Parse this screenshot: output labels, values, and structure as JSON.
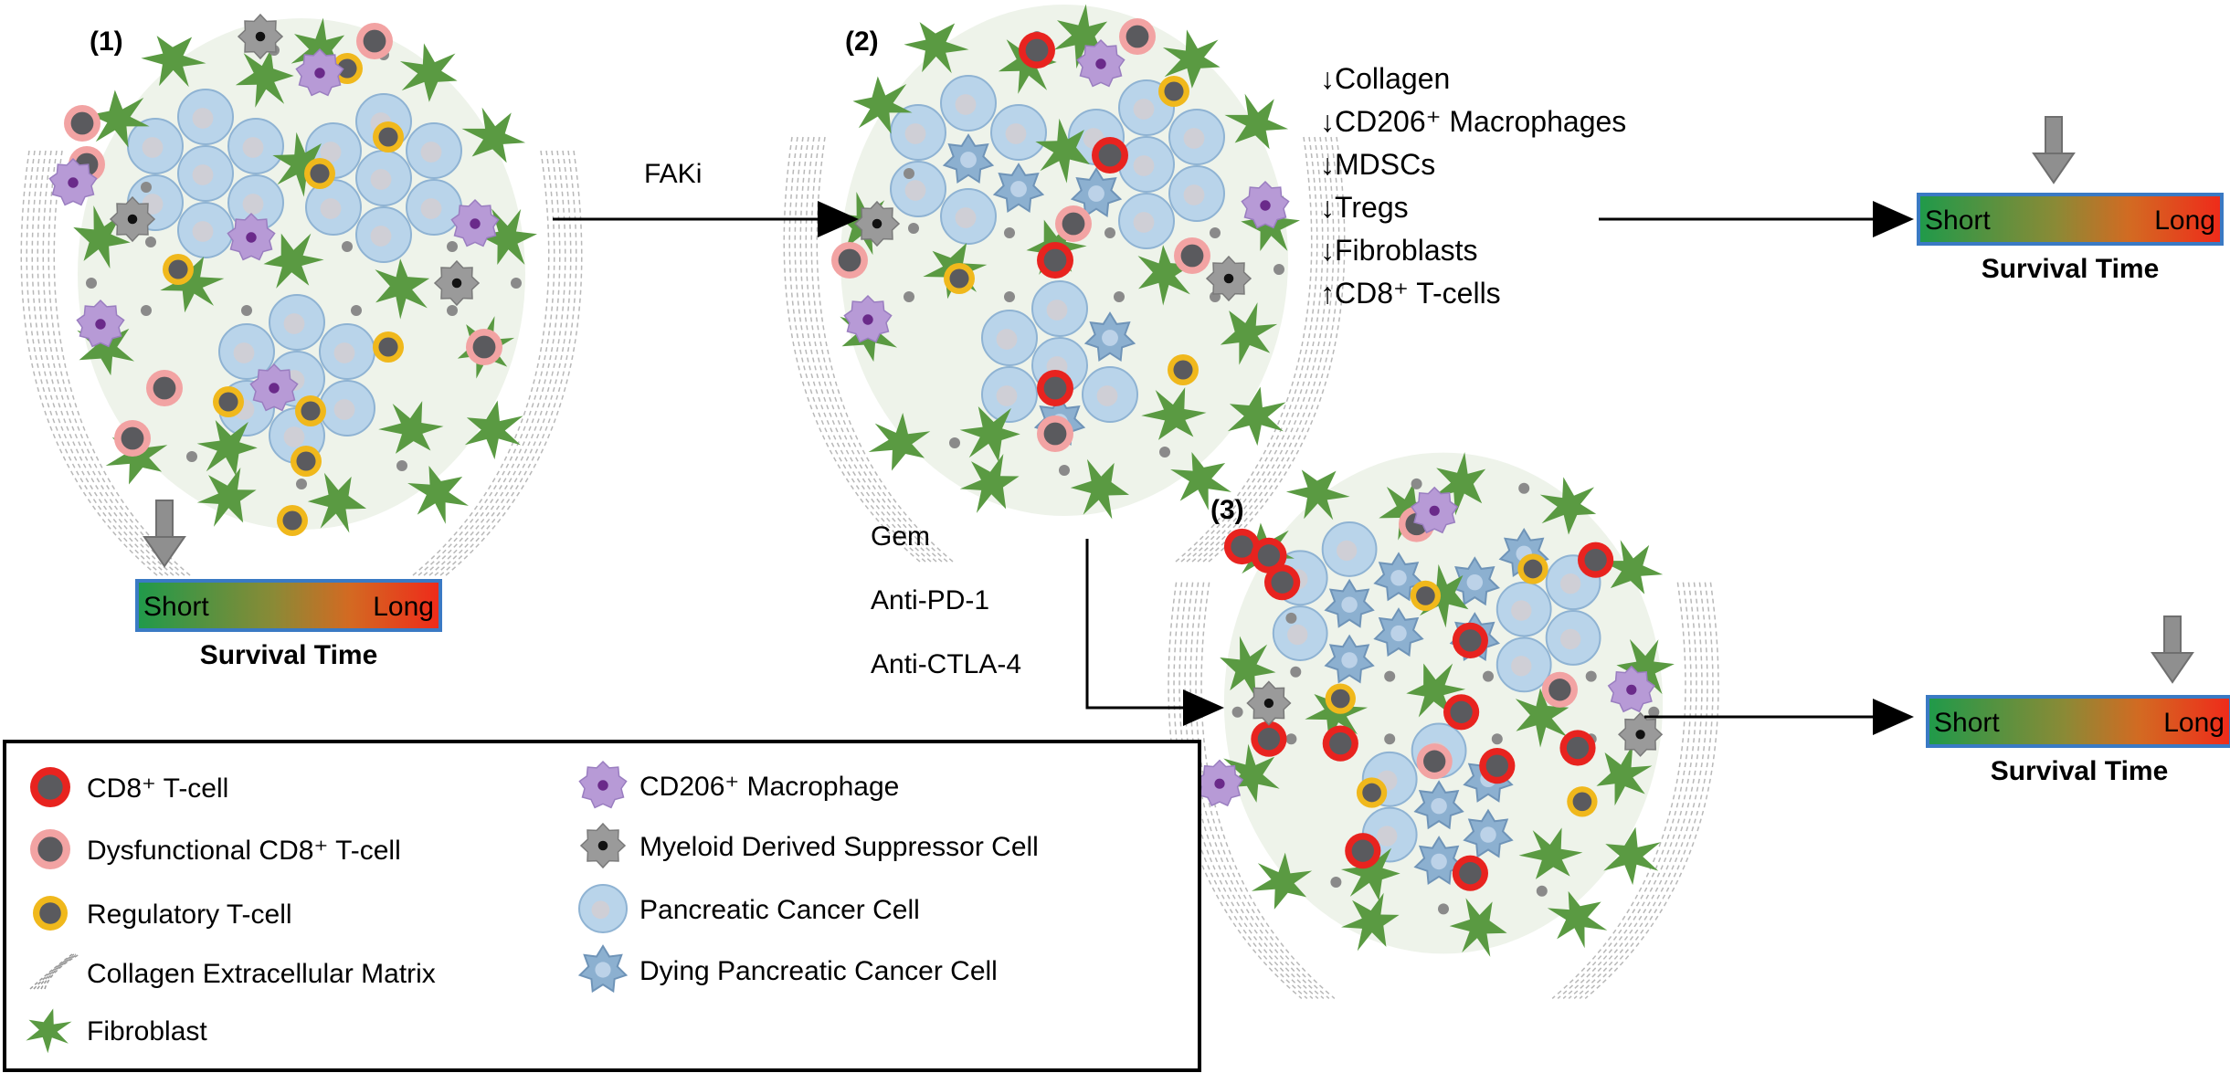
{
  "panels": [
    {
      "id": "1",
      "label": "(1)"
    },
    {
      "id": "2",
      "label": "(2)"
    },
    {
      "id": "3",
      "label": "(3)"
    }
  ],
  "treatments": {
    "faki": "FAKi",
    "combo": [
      "Gem",
      "Anti-PD-1",
      "Anti-CTLA-4"
    ]
  },
  "effects": [
    {
      "arrow": "↓",
      "text": "Collagen"
    },
    {
      "arrow": "↓",
      "text": "CD206⁺ Macrophages"
    },
    {
      "arrow": "↓",
      "text": "MDSCs"
    },
    {
      "arrow": "↓",
      "text": "Tregs"
    },
    {
      "arrow": "↓",
      "text": "Fibroblasts"
    },
    {
      "arrow": "↑",
      "text": "CD8⁺ T-cells"
    }
  ],
  "survival_bar": {
    "short": "Short",
    "long": "Long",
    "title": "Survival Time",
    "colors": {
      "left": "#1f9a4a",
      "middle": "#9a7a2a",
      "right": "#ef2a1a",
      "border": "#3a7ac4"
    }
  },
  "legend": {
    "items": [
      {
        "icon": "cd8-t-cell",
        "label": "CD8⁺ T-cell"
      },
      {
        "icon": "dysfunctional-cd8-t-cell",
        "label": "Dysfunctional CD8⁺ T-cell"
      },
      {
        "icon": "regulatory-t-cell",
        "label": "Regulatory T-cell"
      },
      {
        "icon": "collagen-matrix",
        "label": "Collagen Extracellular Matrix"
      },
      {
        "icon": "fibroblast",
        "label": "Fibroblast"
      },
      {
        "icon": "cd206-macrophage",
        "label": "CD206⁺ Macrophage"
      },
      {
        "icon": "mdsc",
        "label": "Myeloid Derived Suppressor Cell"
      },
      {
        "icon": "pancreatic-cancer-cell",
        "label": "Pancreatic Cancer Cell"
      },
      {
        "icon": "dying-pancreatic-cancer-cell",
        "label": "Dying Pancreatic Cancer Cell"
      }
    ]
  },
  "colors": {
    "cd8_ring": "#e8231f",
    "dysfunctional_ring": "#f2a3a3",
    "treg_ring": "#f0b81c",
    "tcell_core": "#5a5a5e",
    "fibroblast": "#5a9a42",
    "macrophage": "#b79ad6",
    "macrophage_nucleus": "#6a2a8a",
    "cancer_cell": "#b9d4ea",
    "cancer_cell_border": "#8fb3d3",
    "dying_cell": "#8cb0d0",
    "mdsc": "#9a9a9a",
    "collagen": "#b8b8b8"
  }
}
